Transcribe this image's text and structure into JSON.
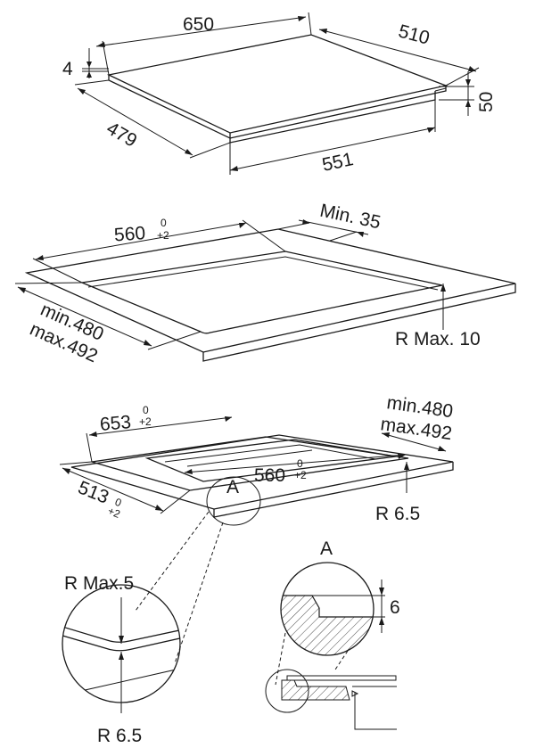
{
  "hob": {
    "width": "650",
    "depth": "510",
    "thickness": "4",
    "height": "50",
    "inner_depth": "479",
    "inner_width": "551"
  },
  "cutout_flush": {
    "width": "560",
    "width_tol_top": "0",
    "width_tol_bottom": "+2",
    "min_margin": "Min. 35",
    "depth_min": "min.480",
    "depth_max": "max.492",
    "radius": "R Max. 10"
  },
  "cutout_stepped": {
    "outer_width": "653",
    "outer_width_tol_top": "0",
    "outer_width_tol_bottom": "+2",
    "depth_min": "min.480",
    "depth_max": "max.492",
    "inner_width": "560",
    "inner_width_tol_top": "0",
    "inner_width_tol_bottom": "+2",
    "outer_depth": "513",
    "outer_depth_tol_top": "0",
    "outer_depth_tol_bottom": "+2",
    "detail_marker": "A",
    "radius": "R 6.5"
  },
  "detail_left": {
    "radius_top": "R Max.5",
    "radius_bottom": "R 6.5"
  },
  "detail_right": {
    "marker": "A",
    "step": "6"
  }
}
